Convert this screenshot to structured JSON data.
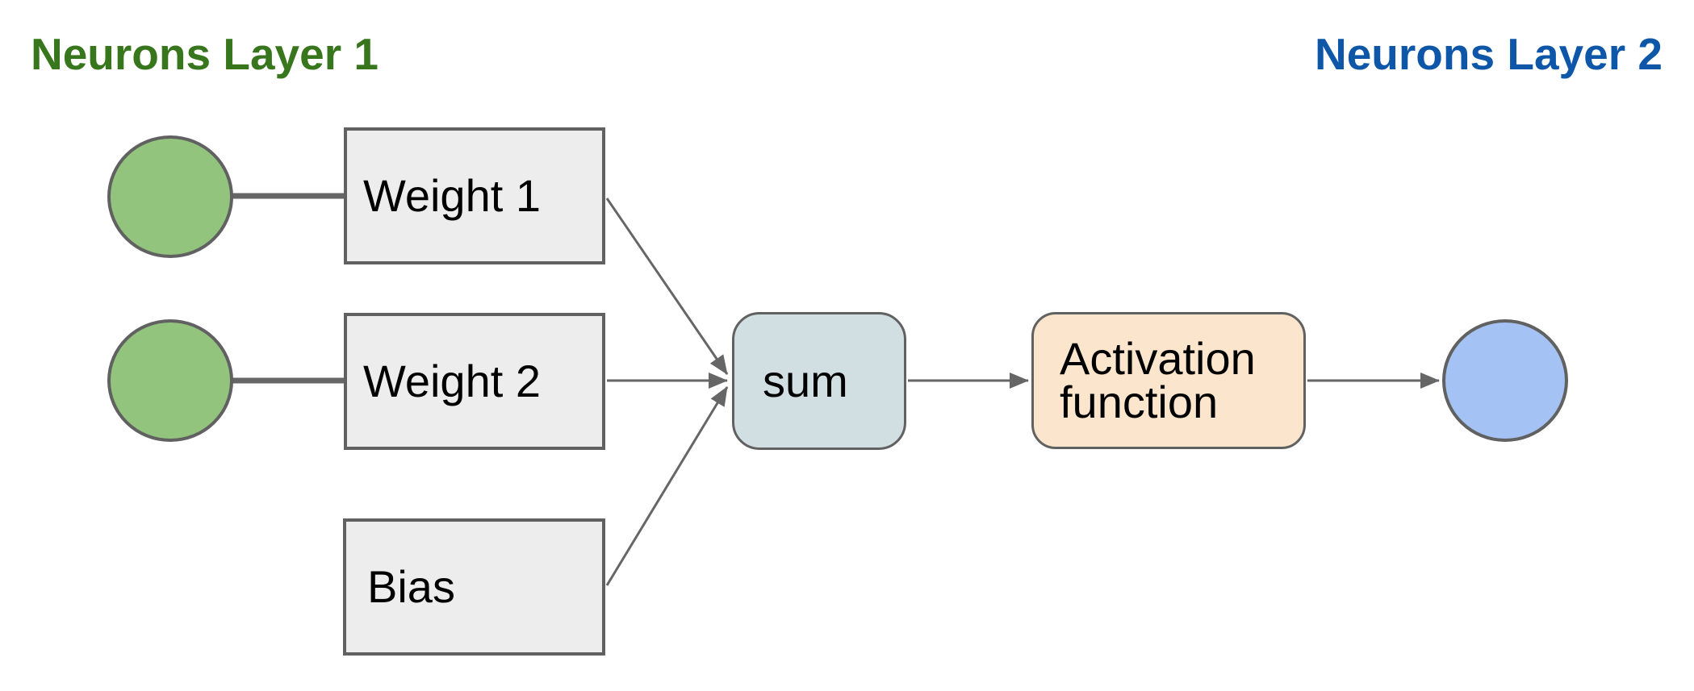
{
  "canvas": {
    "background": "#ffffff"
  },
  "header": {
    "layer1": {
      "label": "Neurons Layer 1",
      "color": "#38761d"
    },
    "layer2": {
      "label": "Neurons Layer 2",
      "color": "#0e57a8"
    }
  },
  "nodes": {
    "input_neuron_1": {
      "shape": "ellipse",
      "fill": "#93c47d",
      "stroke": "#616161"
    },
    "input_neuron_2": {
      "shape": "ellipse",
      "fill": "#93c47d",
      "stroke": "#616161"
    },
    "weight1": {
      "label": "Weight 1",
      "shape": "rect",
      "fill": "#ededed",
      "stroke": "#616161"
    },
    "weight2": {
      "label": "Weight 2",
      "shape": "rect",
      "fill": "#ededed",
      "stroke": "#616161"
    },
    "bias": {
      "label": "Bias",
      "shape": "rect",
      "fill": "#ededed",
      "stroke": "#616161"
    },
    "sum": {
      "label": "sum",
      "shape": "rounded-rect",
      "fill": "#d2dfe2",
      "stroke": "#616161"
    },
    "activation": {
      "label": "Activation function",
      "shape": "rounded-rect",
      "fill": "#fce5cd",
      "stroke": "#616161"
    },
    "output_neuron": {
      "shape": "ellipse",
      "fill": "#a4c2f4",
      "stroke": "#616161"
    }
  },
  "edges": {
    "color": "#666666",
    "list": [
      {
        "from": "input_neuron_1",
        "to": "weight1",
        "style": "thick",
        "arrow": false
      },
      {
        "from": "input_neuron_2",
        "to": "weight2",
        "style": "thick",
        "arrow": false
      },
      {
        "from": "weight1",
        "to": "sum",
        "style": "thin",
        "arrow": true
      },
      {
        "from": "weight2",
        "to": "sum",
        "style": "thin",
        "arrow": true
      },
      {
        "from": "bias",
        "to": "sum",
        "style": "thin",
        "arrow": true
      },
      {
        "from": "sum",
        "to": "activation",
        "style": "thin",
        "arrow": true
      },
      {
        "from": "activation",
        "to": "output_neuron",
        "style": "thin",
        "arrow": true
      }
    ]
  }
}
